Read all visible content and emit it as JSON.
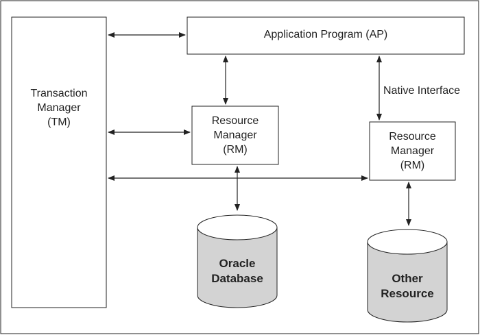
{
  "diagram": {
    "transaction_manager": {
      "line1": "Transaction",
      "line2": "Manager",
      "line3": "(TM)"
    },
    "application_program": {
      "label": "Application Program (AP)"
    },
    "resource_manager_left": {
      "line1": "Resource",
      "line2": "Manager",
      "line3": "(RM)"
    },
    "resource_manager_right": {
      "line1": "Resource",
      "line2": "Manager",
      "line3": "(RM)"
    },
    "native_interface": {
      "label": "Native Interface"
    },
    "oracle_database": {
      "line1": "Oracle",
      "line2": "Database"
    },
    "other_resource": {
      "line1": "Other",
      "line2": "Resource"
    },
    "colors": {
      "stroke": "#222222",
      "cylinder_fill": "#d3d3d3",
      "background": "#ffffff"
    }
  }
}
